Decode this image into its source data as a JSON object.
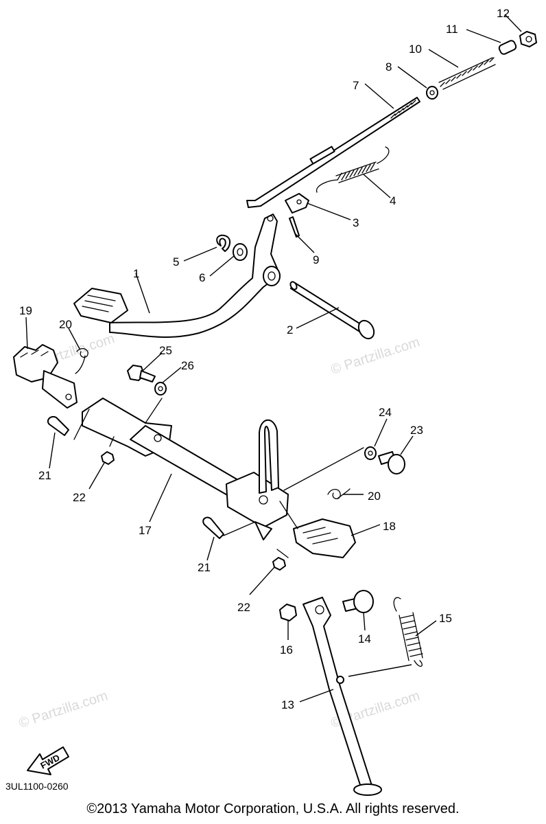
{
  "diagram": {
    "code": "3UL1100-0260",
    "fwd_label": "FWD",
    "watermark": "© Partzilla.com",
    "callouts": [
      "1",
      "2",
      "3",
      "4",
      "5",
      "6",
      "7",
      "8",
      "9",
      "10",
      "11",
      "12",
      "13",
      "14",
      "15",
      "16",
      "17",
      "18",
      "19",
      "20",
      "20",
      "21",
      "21",
      "22",
      "22",
      "23",
      "24",
      "25",
      "26"
    ]
  },
  "footer": {
    "copyright": "©2013  Yamaha Motor Corporation, U.S.A. All rights reserved."
  }
}
